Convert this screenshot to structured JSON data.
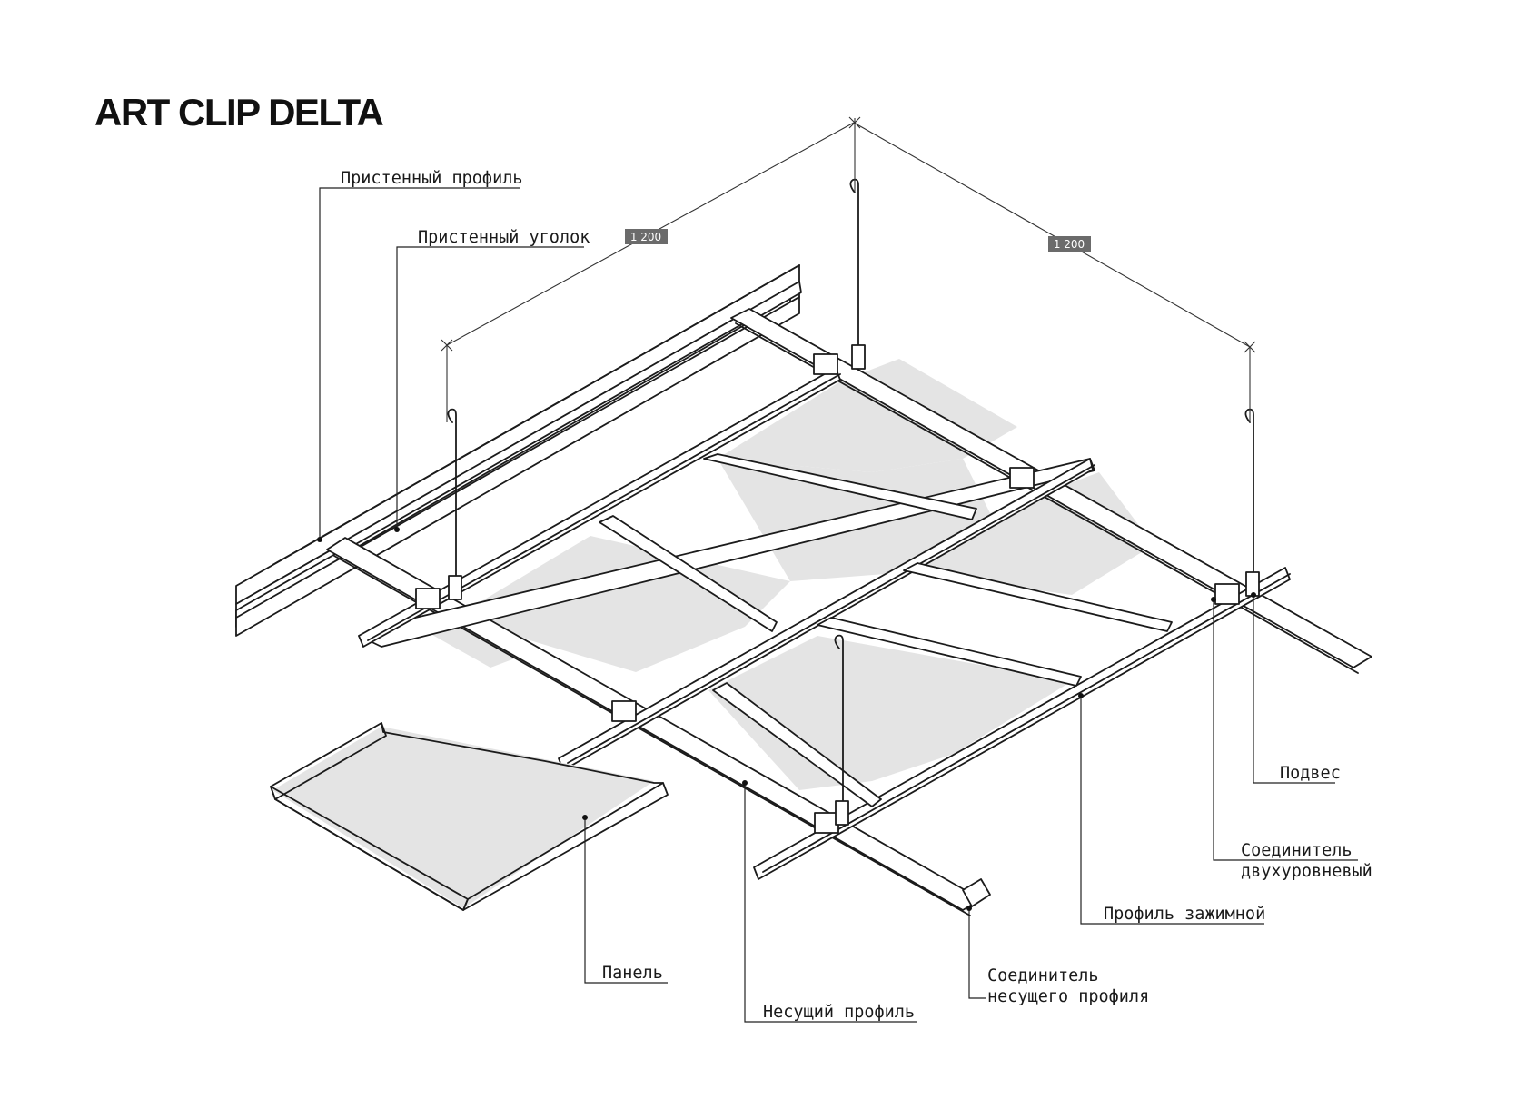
{
  "title": "ART CLIP DELTA",
  "dimensions": {
    "left": "1 200",
    "right": "1 200"
  },
  "labels": {
    "wall_profile": "Пристенный профиль",
    "wall_angle": "Пристенный уголок",
    "hanger": "Подвес",
    "connector_two_level_1": "Соединитель",
    "connector_two_level_2": "двухуровневый",
    "clamp_profile": "Профиль зажимной",
    "carrier_connector_1": "Соединитель",
    "carrier_connector_2": "несущего профиля",
    "carrier_profile": "Несущий профиль",
    "panel": "Панель"
  },
  "colors": {
    "line": "#1b1b1b",
    "panel_fill": "#e4e4e4",
    "dimension_badge": "#6b6b6b"
  }
}
